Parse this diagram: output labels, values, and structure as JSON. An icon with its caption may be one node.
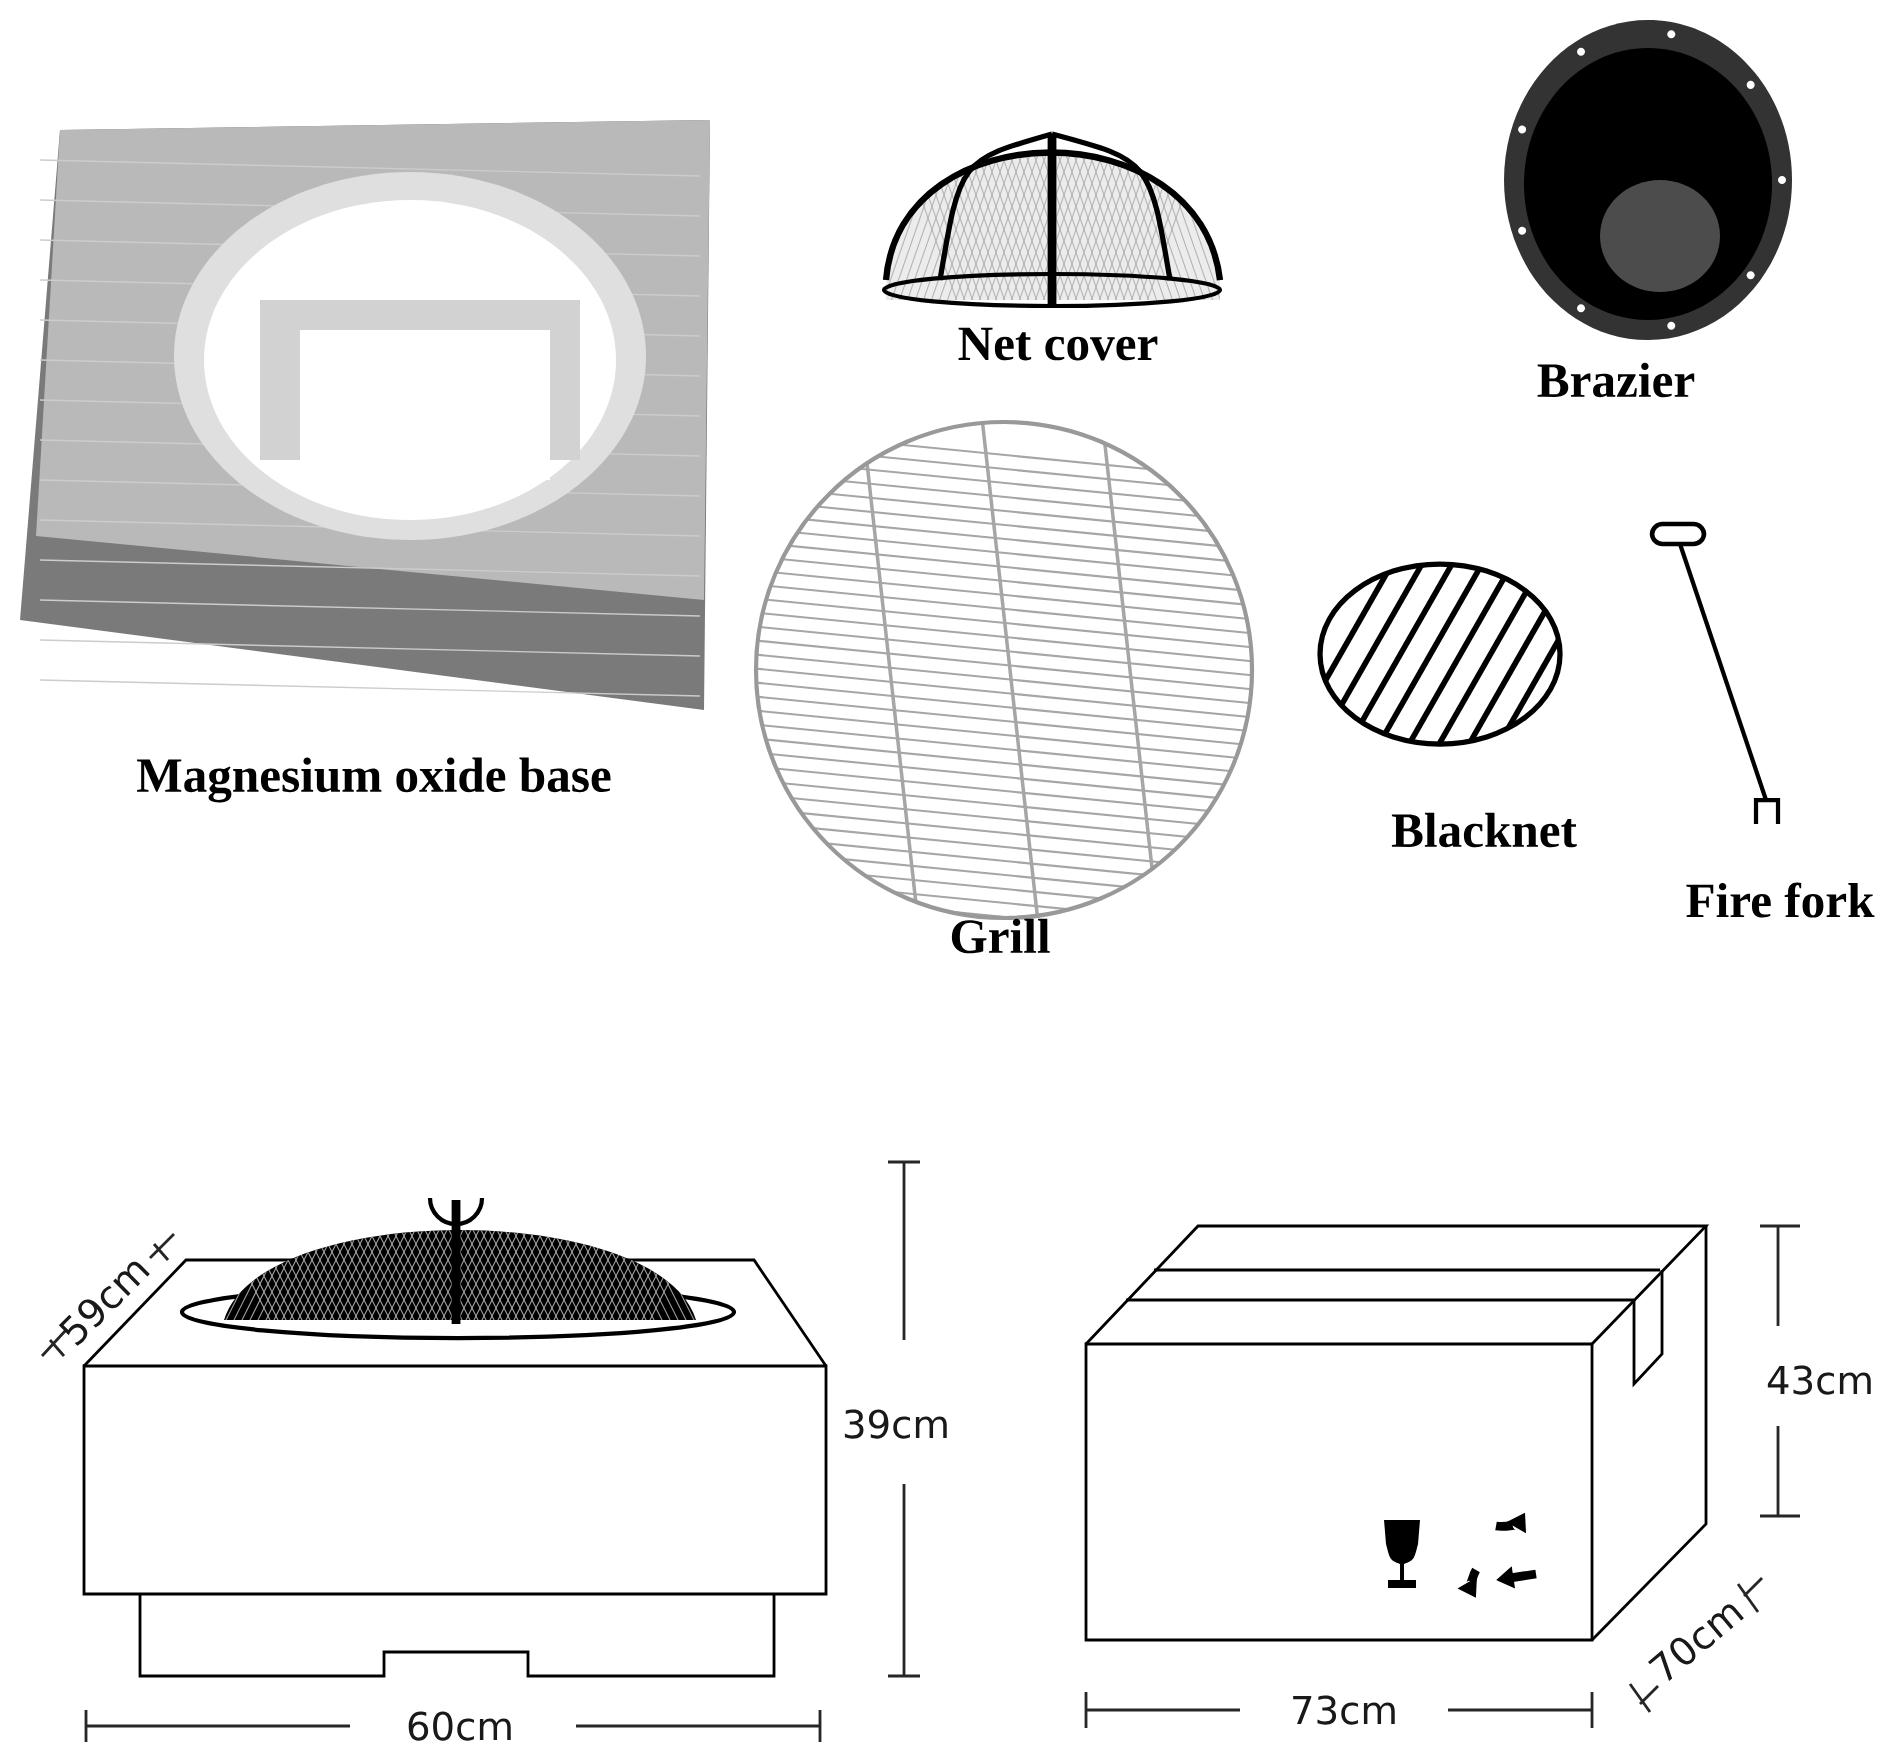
{
  "diagram": {
    "labels": [
      "Net cover",
      "Brazier",
      "Magnesium oxide base",
      "Blacknet",
      "Fire fork",
      "Grill",
      "59cm",
      "43cm",
      "39cm",
      "70cm",
      "60cm",
      "73cm"
    ]
  }
}
